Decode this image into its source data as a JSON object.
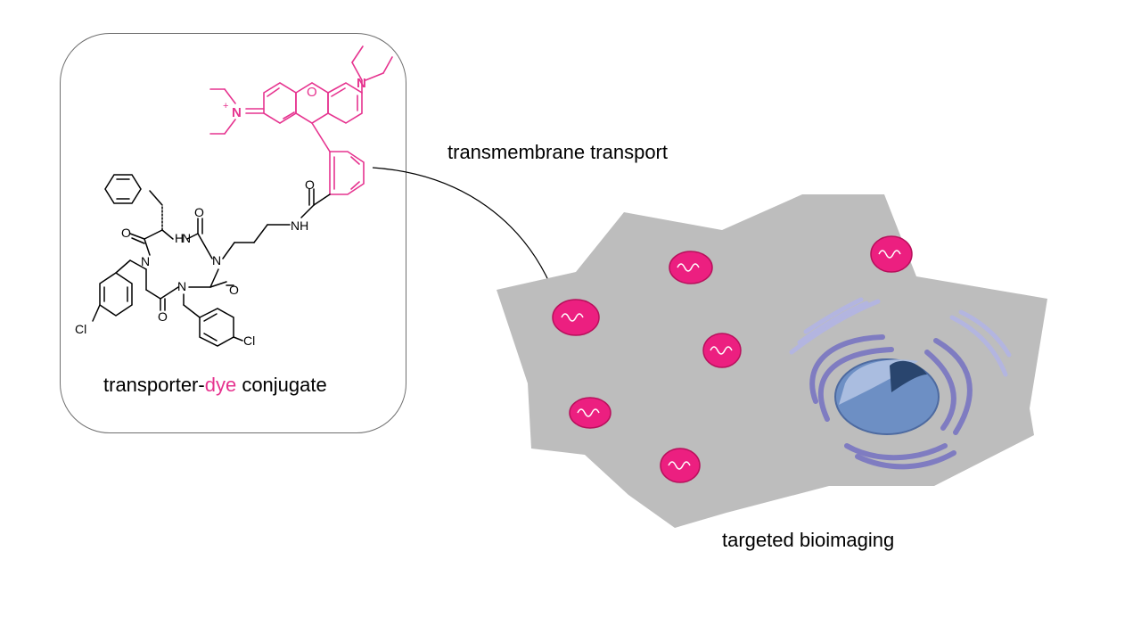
{
  "labels": {
    "conjugate_prefix": "transporter-",
    "conjugate_highlight": "dye",
    "conjugate_suffix": " conjugate",
    "transport": "transmembrane transport",
    "bioimaging": "targeted bioimaging"
  },
  "atoms": {
    "O_ring": "O",
    "N_dye_top": "N",
    "N_iminium": "N",
    "plus": "+",
    "O_amide": "O",
    "NH_amide": "NH",
    "O_ring1": "O",
    "NH_ring": "H",
    "N_ring_H": "N",
    "O_ring2": "O",
    "N_left": "N",
    "N_right": "N",
    "N_bottom": "N",
    "O_ring3": "O",
    "O_ring4": "O",
    "Cl_left": "Cl",
    "Cl_right": "Cl"
  },
  "colors": {
    "dye": "#e6338f",
    "cell": "#bdbdbd",
    "mitochondria": "#ec1f80",
    "golgi": "#8a87c8",
    "nucleus": "#6d8fc4"
  }
}
